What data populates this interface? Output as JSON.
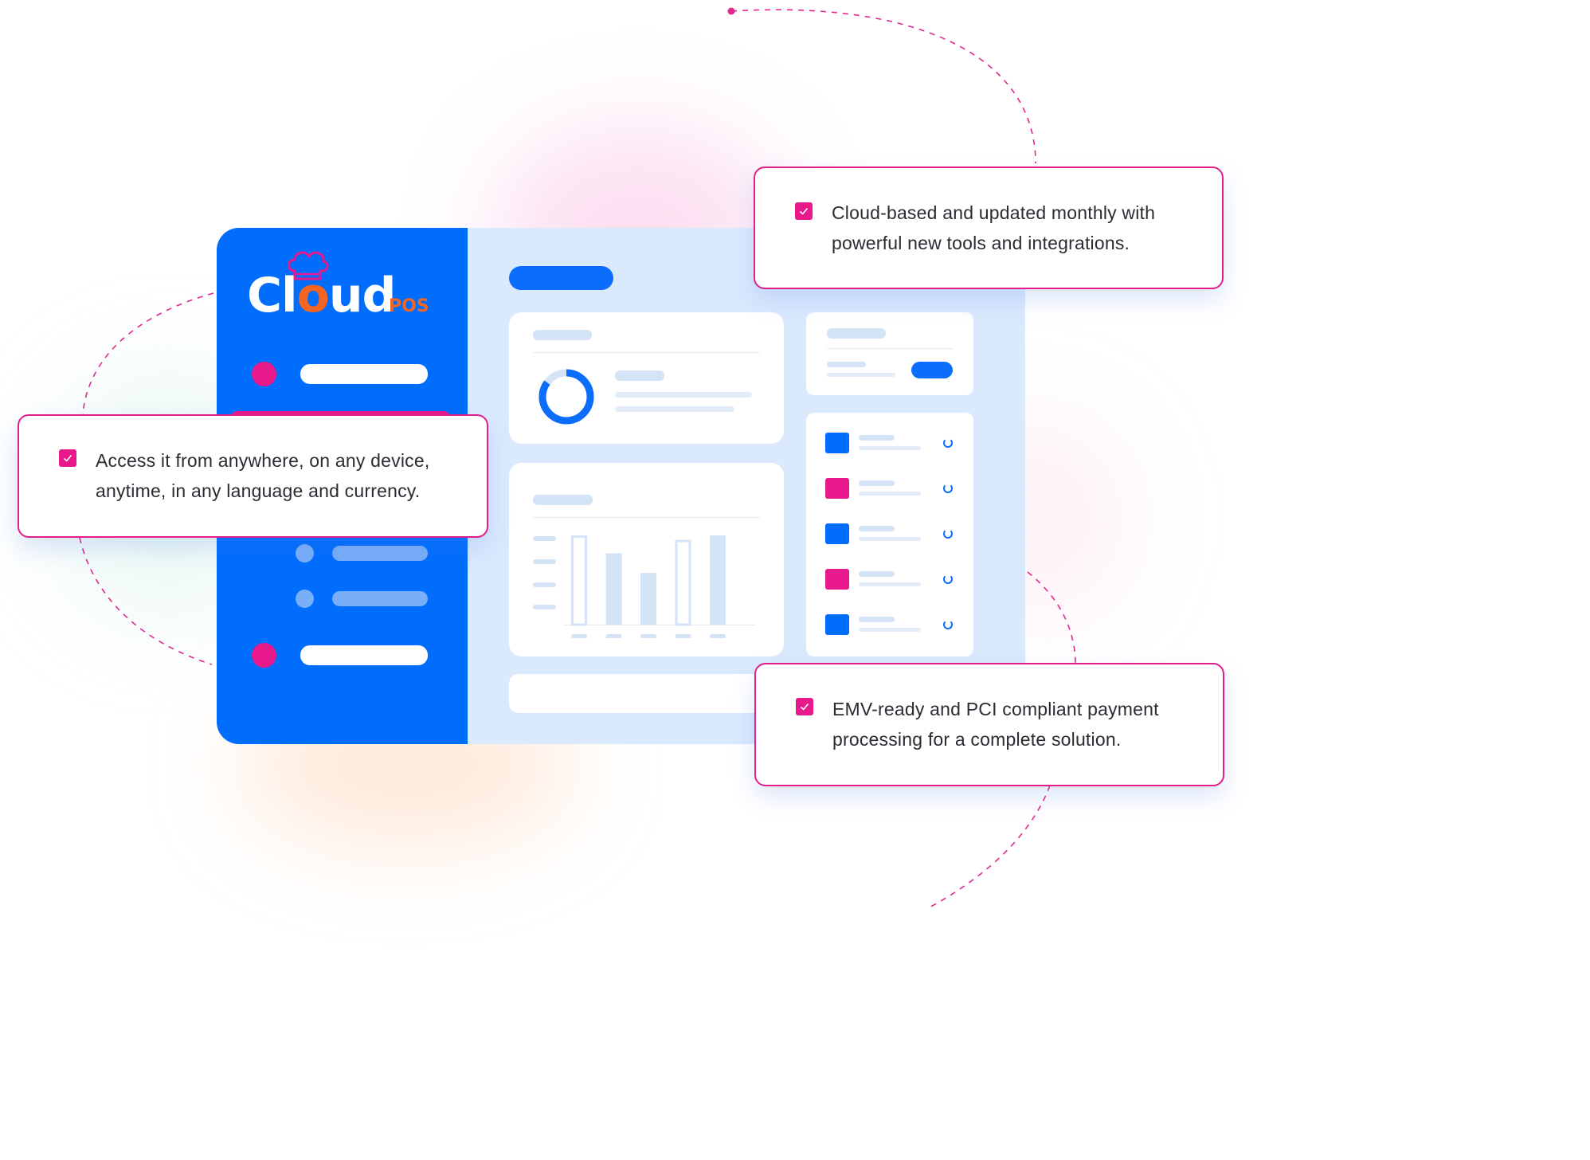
{
  "brand": {
    "logo_word_pre": "Cl",
    "logo_word_o": "o",
    "logo_word_post": "ud",
    "logo_suffix": "POS",
    "logo_icon": "chef-hat-icon"
  },
  "features": [
    {
      "icon": "check-icon",
      "line1": "Cloud-based and updated monthly with",
      "line2": "powerful new tools and integrations."
    },
    {
      "icon": "check-icon",
      "line1": "Access it from anywhere, on any device,",
      "line2": "anytime, in any language and currency."
    },
    {
      "icon": "check-icon",
      "line1": "EMV-ready and PCI compliant payment",
      "line2": "processing for a complete solution."
    }
  ],
  "colors": {
    "primary_blue": "#006dfd",
    "accent_pink": "#e8198b",
    "logo_orange": "#f26522",
    "panel_background": "#dbe9fd"
  },
  "list_items": [
    {
      "color": "#006dfd"
    },
    {
      "color": "#e8198b"
    },
    {
      "color": "#006dfd"
    },
    {
      "color": "#e8198b"
    },
    {
      "color": "#006dfd"
    }
  ],
  "chart_data": {
    "type": "bar",
    "categories": [
      "",
      "",
      "",
      "",
      ""
    ],
    "values": [
      100,
      80,
      58,
      95,
      100
    ],
    "styles": [
      "outline",
      "solid",
      "solid",
      "outline",
      "solid"
    ],
    "title": "",
    "xlabel": "",
    "ylabel": "",
    "ylim": [
      0,
      100
    ],
    "grid": false
  },
  "donut": {
    "fraction": 0.85
  }
}
